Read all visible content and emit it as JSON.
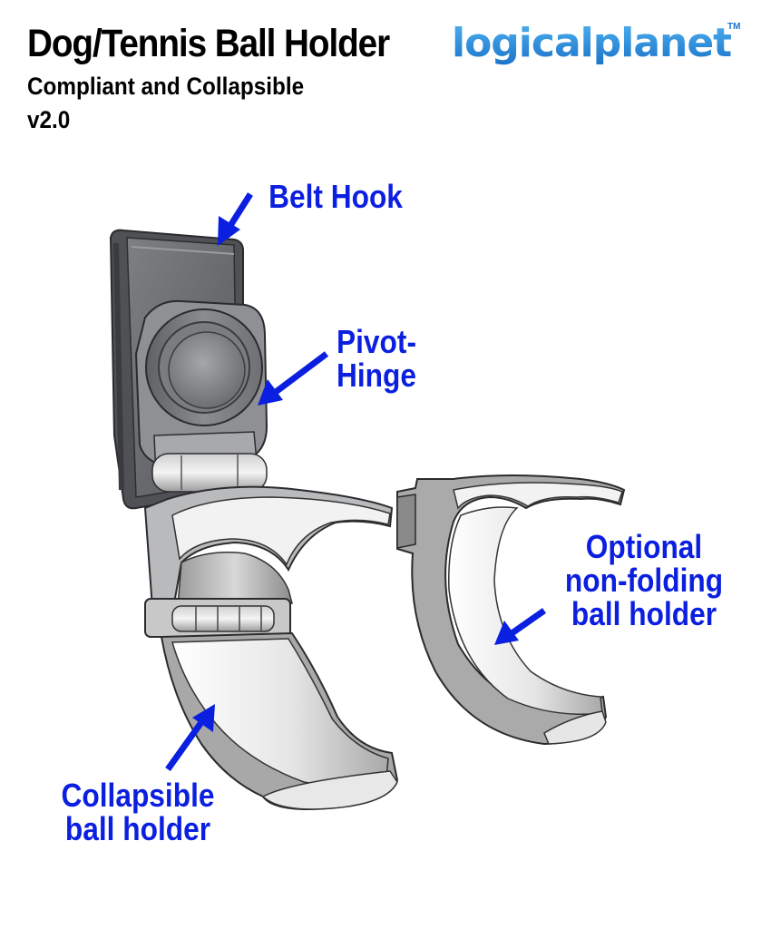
{
  "header": {
    "title": "Dog/Tennis Ball Holder",
    "subtitle": "Compliant and Collapsible",
    "version": "v2.0",
    "brand": "logicalplanet",
    "trademark": "TM"
  },
  "callouts": {
    "belt_hook": "Belt Hook",
    "pivot_hinge_line1": "Pivot-",
    "pivot_hinge_line2": "Hinge",
    "optional_line1": "Optional",
    "optional_line2": "non-folding",
    "optional_line3": "ball holder",
    "collapsible_line1": "Collapsible",
    "collapsible_line2": "ball holder"
  },
  "colors": {
    "callout_text": "#0b1fe0",
    "arrow": "#0b1fe0",
    "brand_gradient_top": "#4fb3f0",
    "brand_gradient_bottom": "#1a72c9"
  }
}
